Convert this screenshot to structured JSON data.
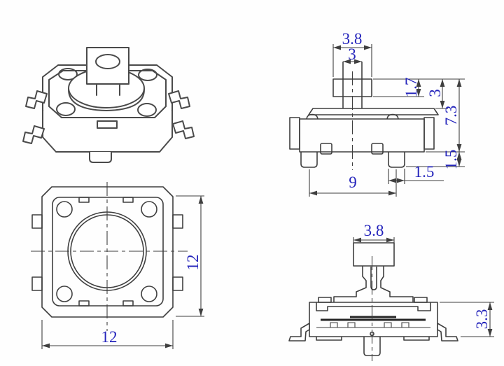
{
  "palette": {
    "line": "#3f3f3f",
    "dim_text": "#2323bb",
    "background": "#fefefe"
  },
  "drawing": {
    "subject": "tact-switch-technical-drawing"
  },
  "views": {
    "perspective": {
      "label": "perspective-view"
    },
    "front": {
      "dims": {
        "cap_width": "3.8",
        "stem_width": "3",
        "cap_height": "1.7",
        "stem_height": "3",
        "total_height": "7.3",
        "lead_height": "1.5",
        "lead_width": "1.5",
        "lead_pitch": "9"
      }
    },
    "top": {
      "dims": {
        "width": "12",
        "depth": "12"
      }
    },
    "side": {
      "dims": {
        "cap_width": "3.8",
        "body_height": "3.3"
      }
    }
  }
}
